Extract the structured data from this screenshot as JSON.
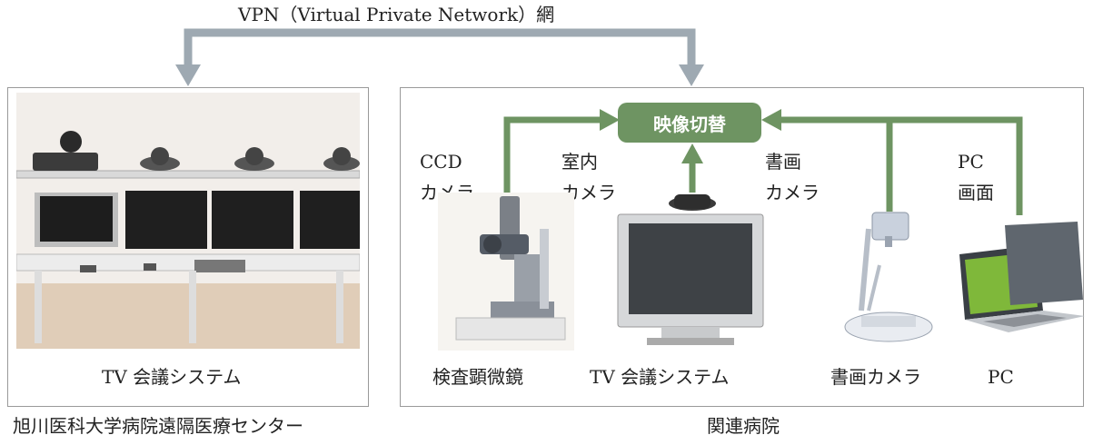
{
  "network": {
    "label": "VPN（Virtual Private Network）網"
  },
  "center": {
    "photo_caption": "TV 会議システム",
    "name": "旭川医科大学病院遠隔医療センター"
  },
  "hospital": {
    "switch_label": "映像切替",
    "inputs": [
      {
        "line1": "CCD",
        "line2": "カメラ"
      },
      {
        "line1": "室内",
        "line2": "カメラ"
      },
      {
        "line1": "書画",
        "line2": "カメラ"
      },
      {
        "line1": "PC",
        "line2": "画面"
      }
    ],
    "devices": [
      "検査顕微鏡",
      "TV 会議システム",
      "書画カメラ",
      "PC"
    ],
    "name": "関連病院"
  },
  "colors": {
    "vpn_arrow": "#9ea9b2",
    "signal_arrow": "#6e9462",
    "frame": "#9a9a9a"
  }
}
